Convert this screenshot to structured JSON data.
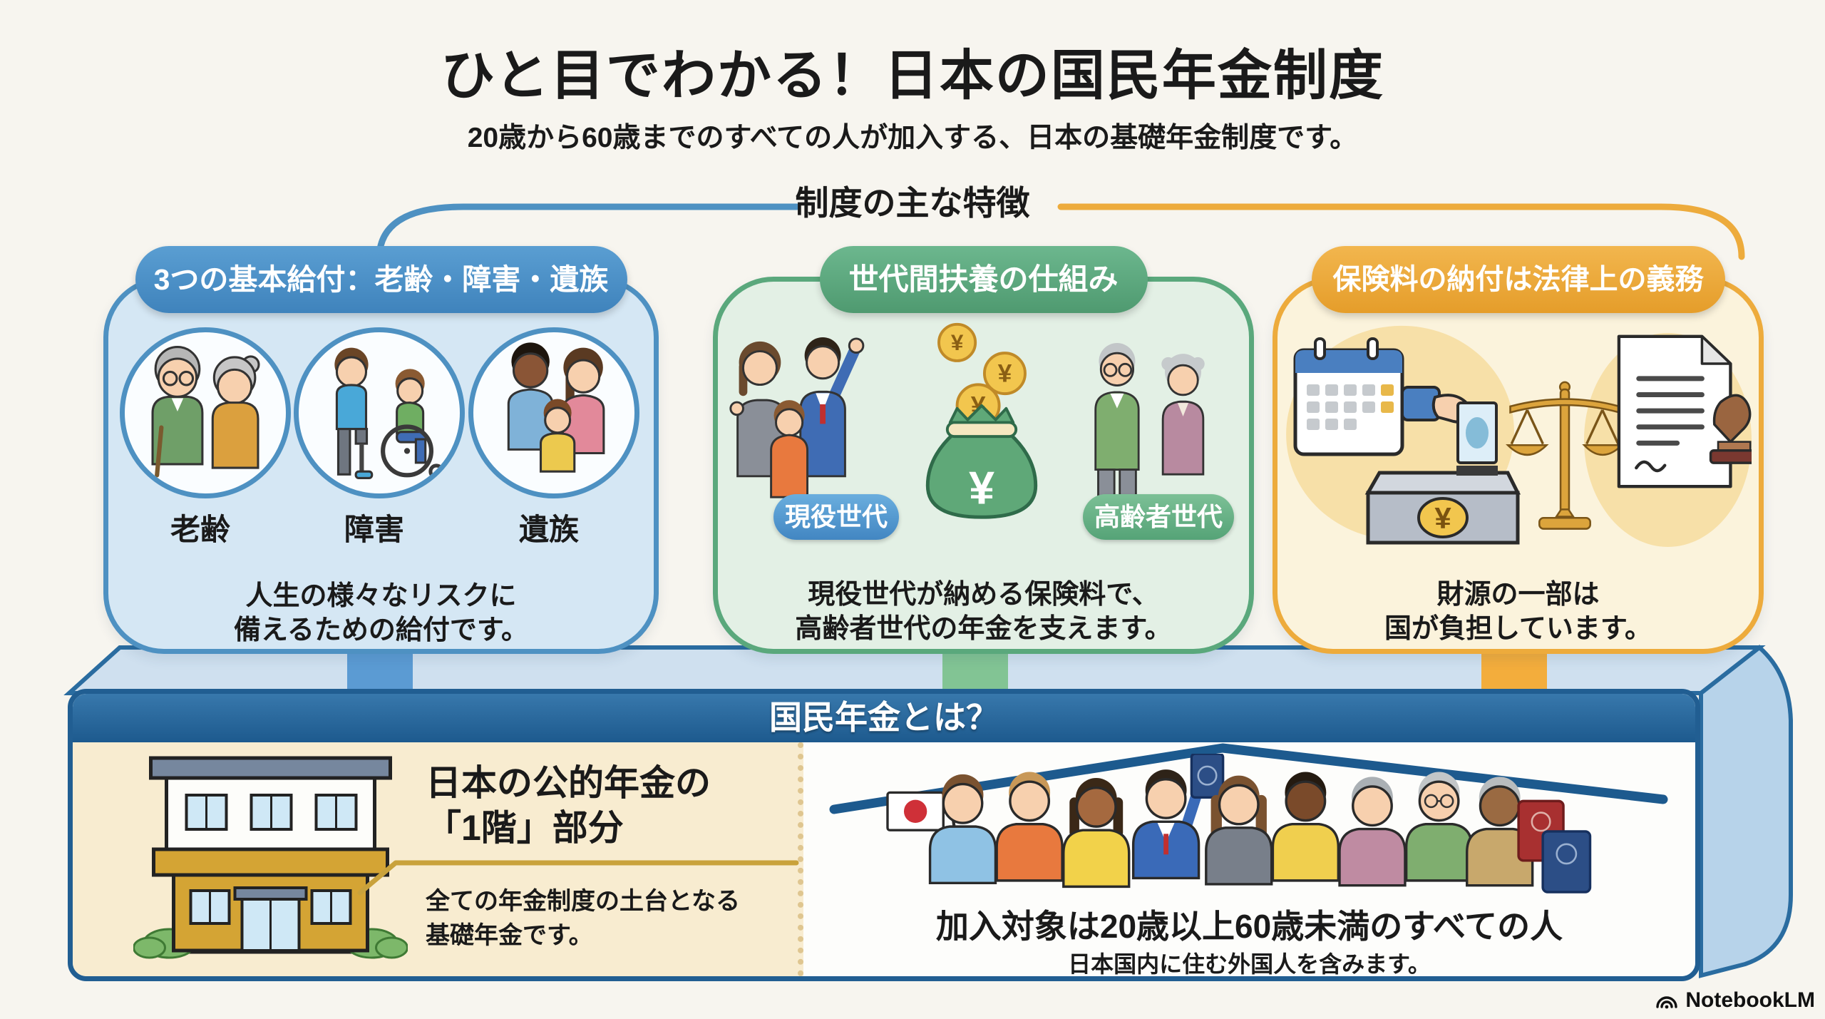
{
  "page": {
    "title": "ひと目でわかる！日本の国民年金制度",
    "subtitle": "20歳から60歳までのすべての人が加入する、日本の基礎年金制度です。",
    "features_header": "制度の主な特徴",
    "brand": "NotebookLM"
  },
  "cards": {
    "benefits": {
      "title": "3つの基本給付：老齢・障害・遺族",
      "items": [
        {
          "label": "老齢",
          "icon": "elderly-couple-icon"
        },
        {
          "label": "障害",
          "icon": "disability-wheelchair-icon"
        },
        {
          "label": "遺族",
          "icon": "survivor-family-icon"
        }
      ],
      "body_line1": "人生の様々なリスクに",
      "body_line2": "備えるための給付です。",
      "accent_color": "#4e91c2"
    },
    "support": {
      "title": "世代間扶養の仕組み",
      "working_label": "現役世代",
      "senior_label": "高齢者世代",
      "yen": "¥",
      "body_line1": "現役世代が納める保険料で、",
      "body_line2": "高齢者世代の年金を支えます。",
      "accent_color": "#5aa87c"
    },
    "obligation": {
      "title": "保険料の納付は法律上の義務",
      "yen": "¥",
      "body_line1": "財源の一部は",
      "body_line2": "国が負担しています。",
      "accent_color": "#edab3c"
    }
  },
  "bottom_panel": {
    "title": "国民年金とは？",
    "left": {
      "heading_line1": "日本の公的年金の",
      "heading_line2": "「1階」部分",
      "body_line1": "全ての年金制度の土台となる",
      "body_line2": "基礎年金です。"
    },
    "right": {
      "heading": "加入対象は20歳以上60歳未満のすべての人",
      "subheading": "日本国内に住む外国人を含みます。"
    }
  },
  "colors": {
    "background": "#f7f5ef",
    "blue": "#4e91c2",
    "green": "#5aa87c",
    "orange": "#edab3c",
    "panel_navy": "#1d5a8e",
    "beige": "#f8ecd0"
  },
  "icons": {
    "benefit_circles": [
      "elderly-couple-icon",
      "disability-wheelchair-icon",
      "survivor-family-icon"
    ],
    "support_card": [
      "working-generation-icon",
      "money-bag-icon",
      "senior-generation-icon"
    ],
    "obligation_card": [
      "calendar-payment-icon",
      "justice-scales-icon",
      "document-stamp-icon"
    ],
    "bottom_panel": [
      "two-story-house-icon",
      "roof-line-icon",
      "diverse-people-icon",
      "japan-flag-icon",
      "passport-icon"
    ],
    "brand": "notebooklm-wave-icon"
  }
}
